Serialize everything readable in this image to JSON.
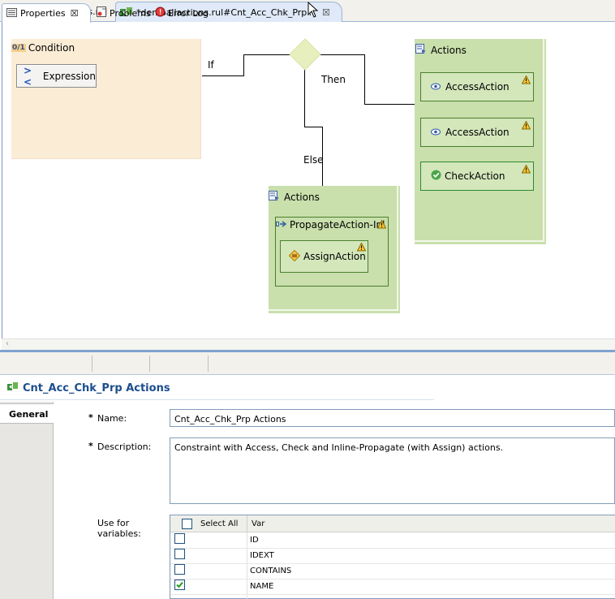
{
  "editor_tabs": [
    {
      "label": "*demoallactions.rul",
      "active": false
    },
    {
      "label": "*demoallactions.rul#Cnt_Acc_Chk_Prp Actions",
      "active": true,
      "close": "☒"
    }
  ],
  "diagram": {
    "condition": {
      "title": "Condition",
      "icon_text": "0/1",
      "expression_label": "Expression"
    },
    "labels": {
      "if": "If",
      "then": "Then",
      "else": "Else"
    },
    "then_actions": {
      "title": "Actions",
      "items": [
        {
          "label": "AccessAction",
          "icon": "eye-icon"
        },
        {
          "label": "AccessAction",
          "icon": "eye-icon"
        },
        {
          "label": "CheckAction",
          "icon": "check-icon"
        }
      ]
    },
    "else_actions": {
      "title": "Actions",
      "propagate_label": "PropagateAction-Inline",
      "assign_label": "AssignAction"
    }
  },
  "bottom_tabs": [
    {
      "label": "Properties",
      "close": "☒"
    },
    {
      "label": "Problems"
    },
    {
      "label": "Error Log"
    }
  ],
  "properties": {
    "title": "Cnt_Acc_Chk_Prp Actions",
    "section": "General",
    "name_label": "Name:",
    "name_value": "Cnt_Acc_Chk_Prp Actions",
    "description_label": "Description:",
    "description_value": "Constraint with Access, Check and Inline-Propagate (with Assign) actions.",
    "required_marker": "*",
    "use_for_label_line1": "Use for",
    "use_for_label_line2": "variables:",
    "select_all_label": "Select All",
    "var_col_label": "Var",
    "variables": [
      {
        "name": "ID",
        "checked": false
      },
      {
        "name": "IDEXT",
        "checked": false
      },
      {
        "name": "CONTAINS",
        "checked": false
      },
      {
        "name": "NAME",
        "checked": true
      }
    ]
  },
  "colors": {
    "condition_bg": "#fbecd6",
    "actions_bg": "#c9dfac",
    "action_item_border": "#4b7f2c",
    "title_blue": "#1d4d8c"
  }
}
